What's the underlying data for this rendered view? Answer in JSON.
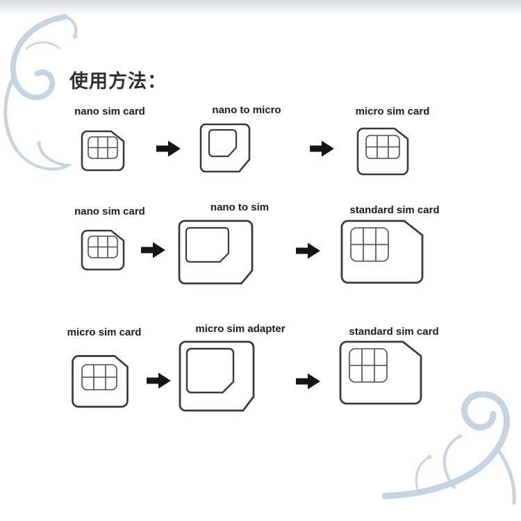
{
  "title": "使用方法：",
  "rows": [
    {
      "source": "nano sim card",
      "adapter": "nano to micro",
      "result": "micro sim card"
    },
    {
      "source": "nano sim card",
      "adapter": "nano to sim",
      "result": "standard sim card"
    },
    {
      "source": "micro sim card",
      "adapter": "micro sim adapter",
      "result": "standard sim card"
    }
  ],
  "icons": {
    "arrow-icon": "right-block-arrow",
    "nano-sim-card-icon": "nano sim card drawing",
    "micro-sim-card-icon": "micro sim card drawing",
    "standard-sim-card-icon": "standard sim card drawing",
    "nano-to-micro-adapter-icon": "adapter frame with nano cutout",
    "nano-to-sim-adapter-icon": "adapter frame with nano cutout",
    "micro-to-sim-adapter-icon": "adapter frame with micro cutout",
    "floral-swirl-icon": "decorative swirl ornament"
  },
  "colors": {
    "card_outline": "#3a3a3a",
    "grid_line": "#4a4a4a",
    "arrow": "#151515",
    "flourish": "#c6d4e1",
    "text": "#1b1b1b",
    "background": "#ffffff"
  }
}
